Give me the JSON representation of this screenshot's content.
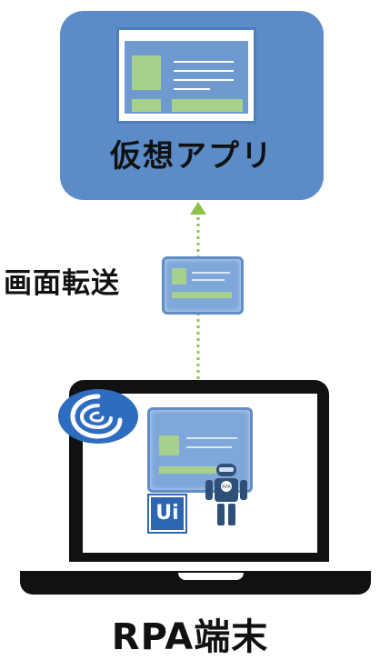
{
  "virtual_app": {
    "label": "仮想アプリ",
    "close_glyph": "×"
  },
  "transfer": {
    "label": "画面転送"
  },
  "device": {
    "label": "RPA端末",
    "ui_logo_text": "Ui",
    "robot_badge_text": "RPA"
  },
  "colors": {
    "card_blue": "#5b8cc8",
    "window_blue": "#4f7fb9",
    "sketch_blue": "#7fa7d9",
    "accent_green": "#a8d08d",
    "arrow_green": "#8bc34a",
    "laptop_black": "#111111",
    "brand_blue": "#2e6cc0"
  }
}
